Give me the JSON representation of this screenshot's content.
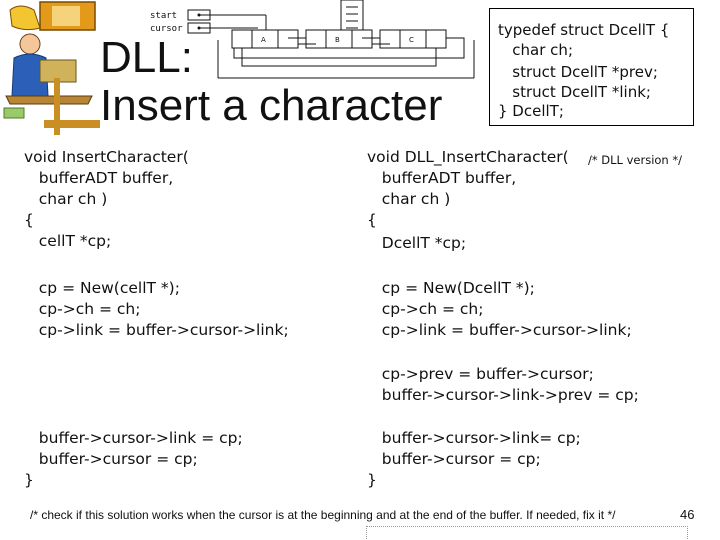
{
  "title": {
    "line1": "DLL:",
    "line2": "Insert a character"
  },
  "diagram": {
    "start_label": "start",
    "cursor_label": "cursor",
    "nodes": [
      "A",
      "B",
      "C"
    ]
  },
  "typedef": [
    "typedef struct DcellT {",
    "   char ch;",
    "   struct DcellT *prev;",
    "   struct DcellT *link;",
    "} DcellT;"
  ],
  "left_code": {
    "header": [
      "void InsertCharacter(",
      "   bufferADT buffer,",
      "   char ch )",
      "{",
      "   cellT *cp;"
    ],
    "body": [
      "   cp = New(cellT *);",
      "   cp->ch = ch;",
      "   cp->link = buffer->cursor->link;"
    ],
    "tail": [
      "   buffer->cursor->link = cp;",
      "   buffer->cursor = cp;"
    ],
    "close": "}"
  },
  "right_code": {
    "signature": "void DLL_InsertCharacter(",
    "signature_comment": "/* DLL version */",
    "header": [
      "   bufferADT buffer,",
      "   char ch )",
      "{",
      "   DcellT *cp;"
    ],
    "body": [
      "   cp = New(DcellT *);",
      "   cp->ch = ch;",
      "   cp->link = buffer->cursor->link;"
    ],
    "prev_block": [
      "   cp->prev = buffer->cursor;",
      "   buffer->cursor->link->prev = cp;"
    ],
    "tail": [
      "   buffer->cursor->link= cp;",
      "   buffer->cursor = cp;"
    ],
    "close": "}"
  },
  "footnote": "/* check if this solution works when the cursor is at the beginning and at the end of the buffer. If needed, fix it */",
  "page_number": "46"
}
